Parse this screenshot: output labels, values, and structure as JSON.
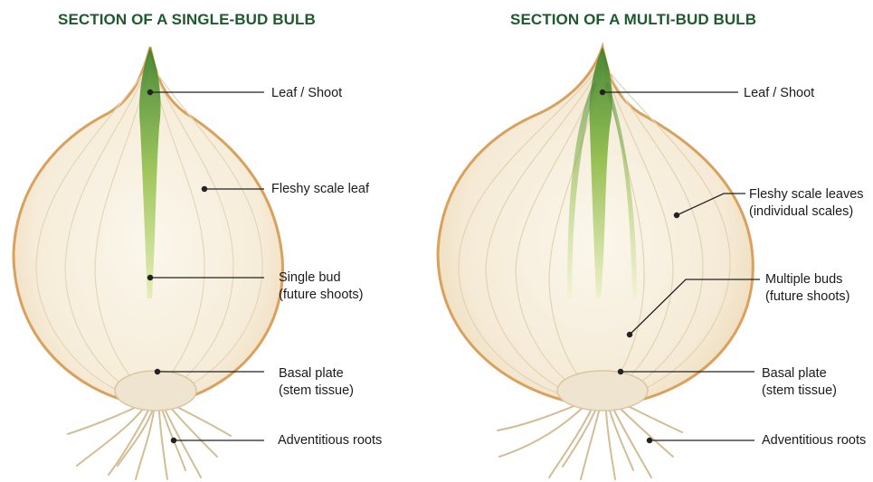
{
  "diagrams": [
    {
      "title": "SECTION OF A SINGLE-BUD BULB",
      "labels": {
        "leaf_shoot": "Leaf / Shoot",
        "scale": [
          "Fleshy scale leaf"
        ],
        "bud": [
          "Single bud",
          "(future shoots)"
        ],
        "basal_plate": [
          "Basal plate",
          "(stem tissue)"
        ],
        "roots": "Adventitious roots"
      }
    },
    {
      "title": "SECTION OF A MULTI-BUD BULB",
      "labels": {
        "leaf_shoot": "Leaf / Shoot",
        "scale": [
          "Fleshy scale leaves",
          "(individual scales)"
        ],
        "bud": [
          "Multiple buds",
          "(future shoots)"
        ],
        "basal_plate": [
          "Basal plate",
          "(stem tissue)"
        ],
        "roots": "Adventitious roots"
      }
    }
  ],
  "colors": {
    "title": "#1e5a2d",
    "skin": "#d9a15c",
    "flesh": "#f7efdf",
    "shoot": "#3f8a2a",
    "root": "#d8c4a0"
  }
}
